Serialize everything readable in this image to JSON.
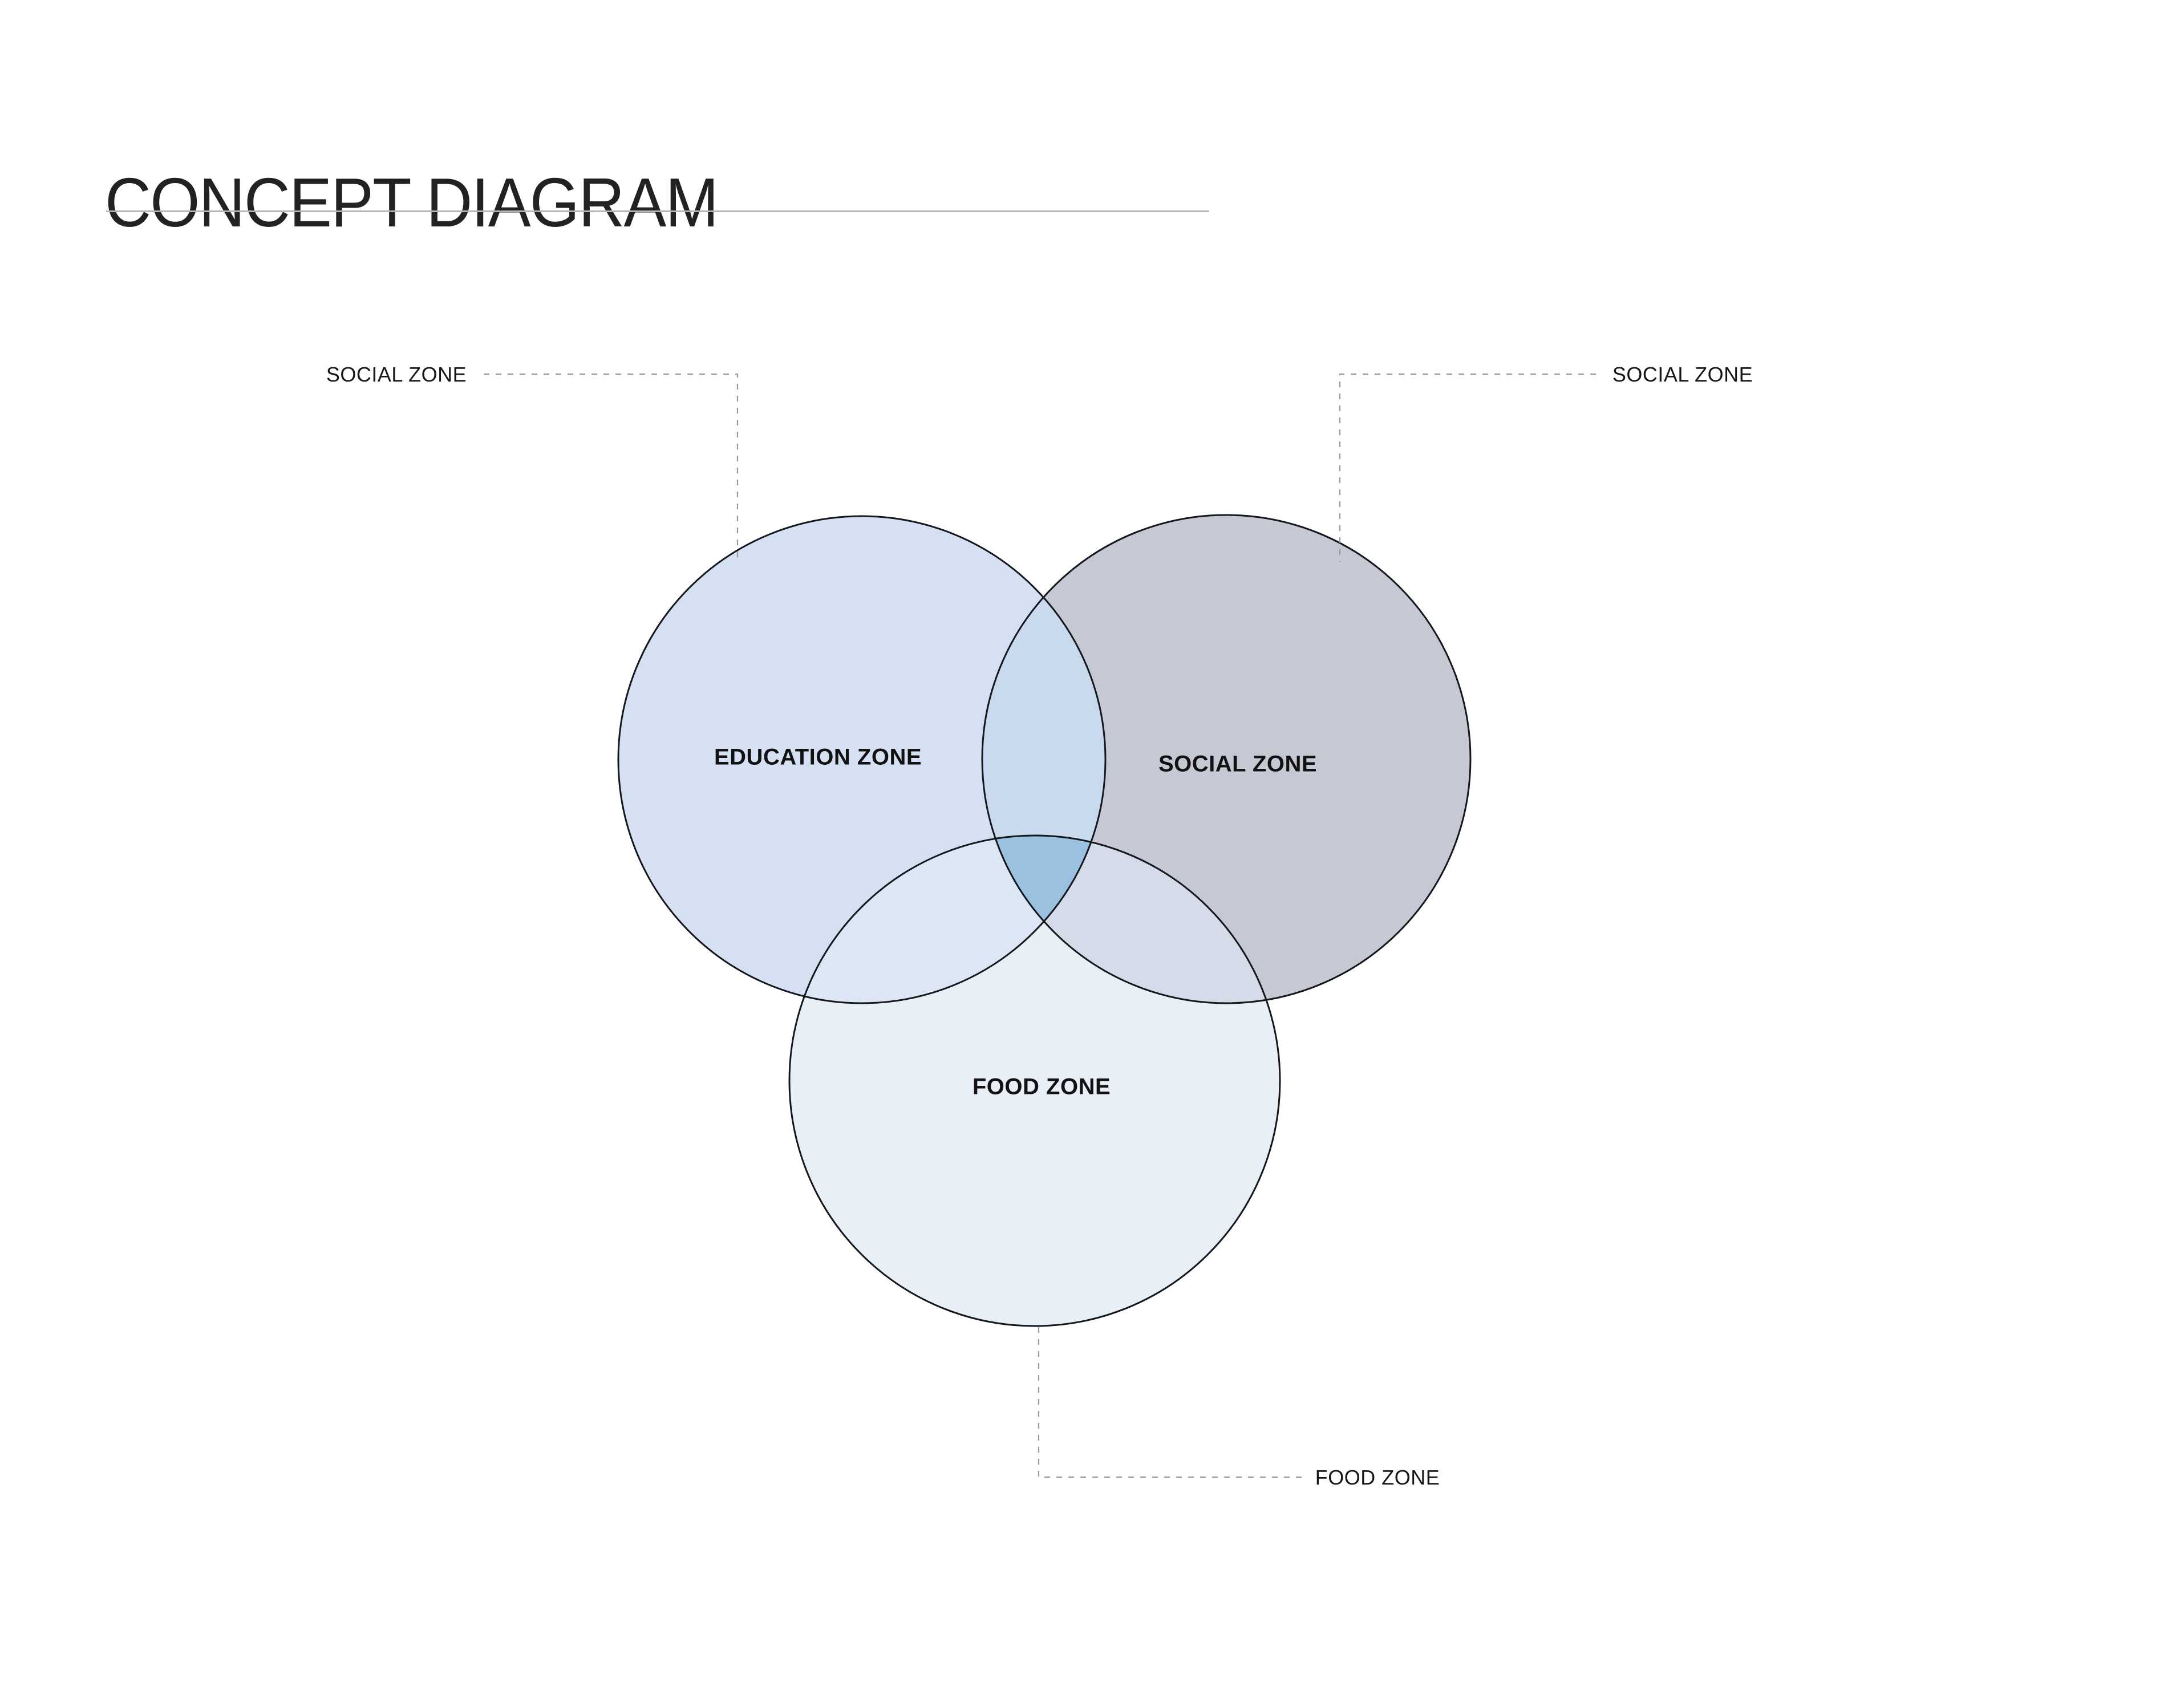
{
  "header": {
    "title": "CONCEPT DIAGRAM"
  },
  "diagram": {
    "zones": {
      "education": {
        "label": "EDUCATION ZONE",
        "fill": "#d5e1f2"
      },
      "social": {
        "label": "SOCIAL ZONE",
        "fill": "#c6c9d4"
      },
      "food": {
        "label": "FOOD ZONE",
        "fill": "#e9eff7"
      }
    },
    "overlaps": {
      "education_social": "#c9d9ee",
      "education_food": "#dce6f4",
      "social_food": "#d4dcea",
      "education_social_food": "#9ac1e0"
    },
    "callouts": {
      "top_left": "SOCIAL ZONE",
      "top_right": "SOCIAL ZONE",
      "bottom": "FOOD ZONE"
    },
    "stroke_color": "#14171c",
    "leader_color": "#999999"
  }
}
